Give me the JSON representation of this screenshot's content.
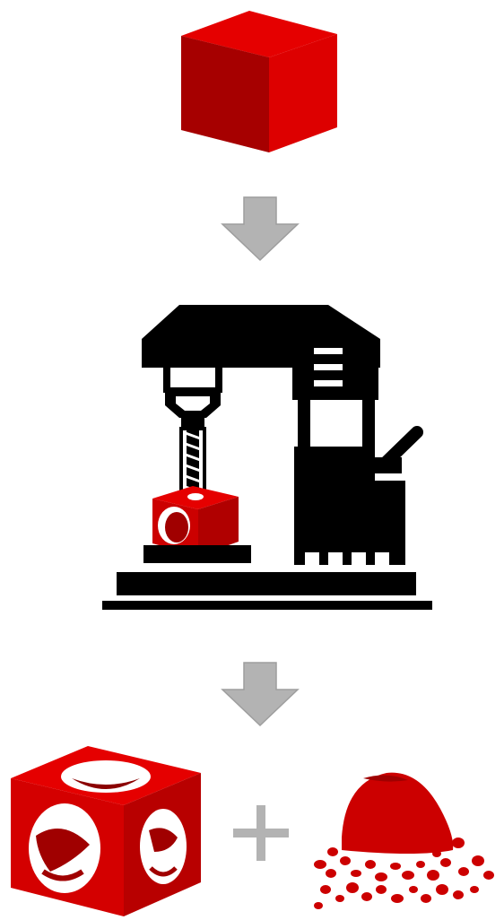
{
  "diagram": {
    "steps": [
      {
        "id": "raw-block",
        "icon": "red-cube-icon"
      },
      {
        "id": "arrow-1",
        "icon": "down-arrow-icon"
      },
      {
        "id": "machine",
        "icon": "drill-press-machine-icon"
      },
      {
        "id": "arrow-2",
        "icon": "down-arrow-icon"
      },
      {
        "id": "final-part",
        "icon": "machined-cube-icon"
      },
      {
        "id": "plus",
        "icon": "plus-icon"
      },
      {
        "id": "chips",
        "icon": "material-chips-icon"
      }
    ]
  },
  "colors": {
    "material_front": "#cc0000",
    "material_side": "#a30000",
    "material_top": "#e50000",
    "machine": "#000000",
    "arrow": "#b3b3b3",
    "plus": "#b3b3b3",
    "background": "#ffffff"
  }
}
